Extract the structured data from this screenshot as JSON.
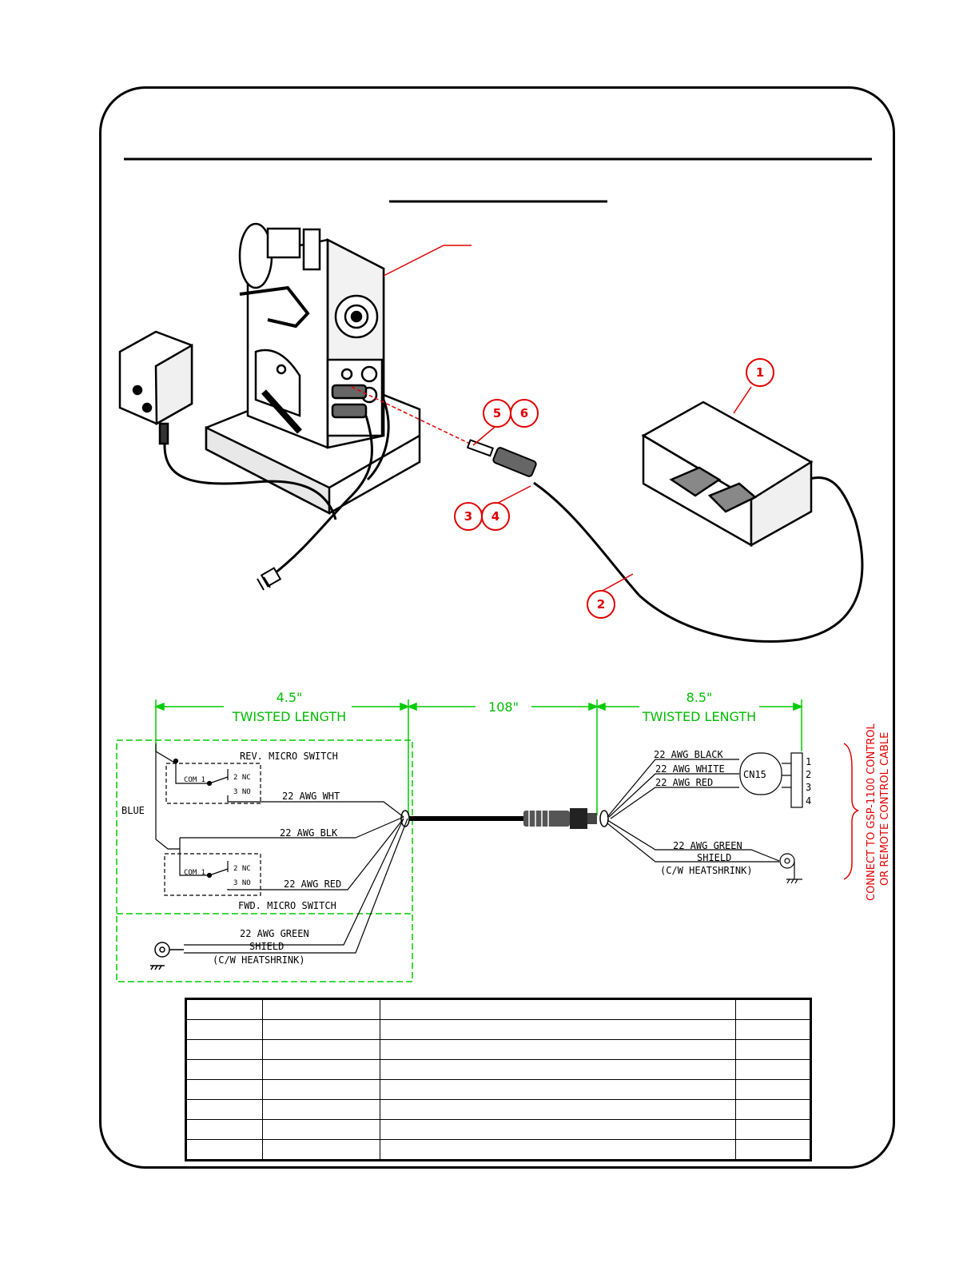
{
  "callouts": {
    "c1": "1",
    "c2": "2",
    "c3": "3",
    "c4": "4",
    "c5": "5",
    "c6": "6"
  },
  "schematic": {
    "dim_left_value": "4.5\"",
    "dim_left_label": "TWISTED LENGTH",
    "dim_mid_value": "108\"",
    "dim_right_value": "8.5\"",
    "dim_right_label": "TWISTED LENGTH",
    "rev_switch": "REV. MICRO SWITCH",
    "fwd_switch": "FWD. MICRO SWITCH",
    "com1_top": "COM 1",
    "nc_top": "2 NC",
    "no_top": "3 NO",
    "com1_bot": "COM 1",
    "nc_bot": "2 NC",
    "no_bot": "3 NO",
    "blue": "BLUE",
    "wht": "22 AWG WHT",
    "blk": "22 AWG BLK",
    "red": "22 AWG RED",
    "green_left": "22 AWG GREEN",
    "shield_left": "SHIELD",
    "heatshrink_left": "(C/W HEATSHRINK)",
    "r_black": "22 AWG BLACK",
    "r_white": "22 AWG WHITE",
    "r_red": "22 AWG RED",
    "cn15": "CN15",
    "pin1": "1",
    "pin2": "2",
    "pin3": "3",
    "pin4": "4",
    "green_right": "22 AWG GREEN",
    "shield_right": "SHIELD",
    "heatshrink_right": "(C/W HEATSHRINK)",
    "connect_line1": "CONNECT TO GSP-1100 CONTROL",
    "connect_line2": "OR REMOTE CONTROL CABLE"
  },
  "colors": {
    "callout_red": "#e00000",
    "dim_green": "#00cc00",
    "ink": "#000000"
  }
}
